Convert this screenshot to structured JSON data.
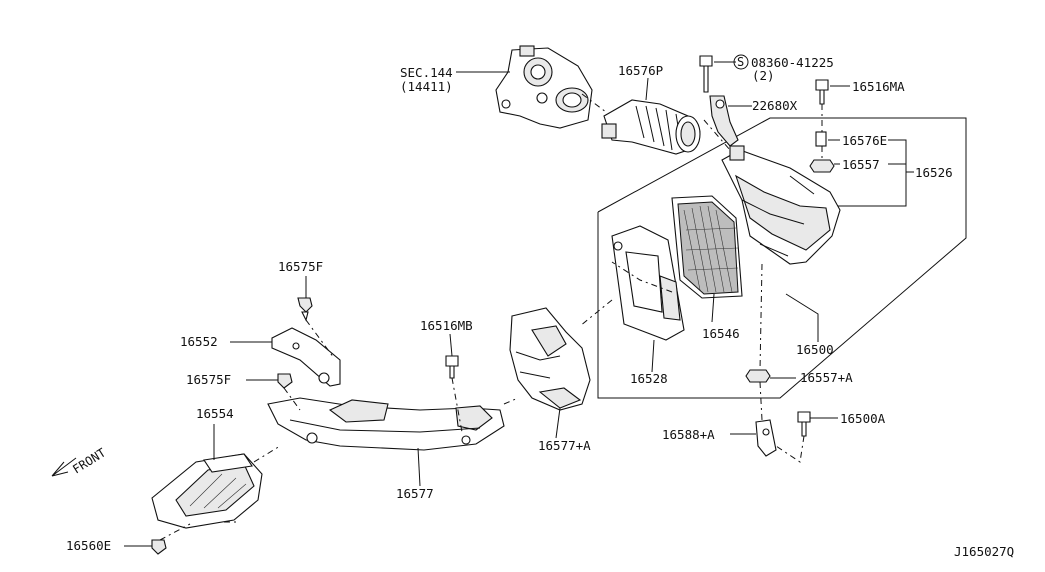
{
  "diagram_code": "J165027Q",
  "front_label": "FRONT",
  "labels": {
    "sec": "SEC.144",
    "sec_sub": "(14411)",
    "p16576P": "16576P",
    "bolt_code": "08360-41225",
    "bolt_circle": "S",
    "bolt_qty": "(2)",
    "p16516MA": "16516MA",
    "p22680X": "22680X",
    "p16576E": "16576E",
    "p16557": "16557",
    "p16526": "16526",
    "p16575F_top": "16575F",
    "p16516MB": "16516MB",
    "p16552": "16552",
    "p16546": "16546",
    "p16500": "16500",
    "p16575F_mid": "16575F",
    "p16528": "16528",
    "p16557A": "16557+A",
    "p16554": "16554",
    "p16577A": "16577+A",
    "p16588A": "16588+A",
    "p16500A": "16500A",
    "p16577": "16577",
    "p16560E": "16560E"
  }
}
